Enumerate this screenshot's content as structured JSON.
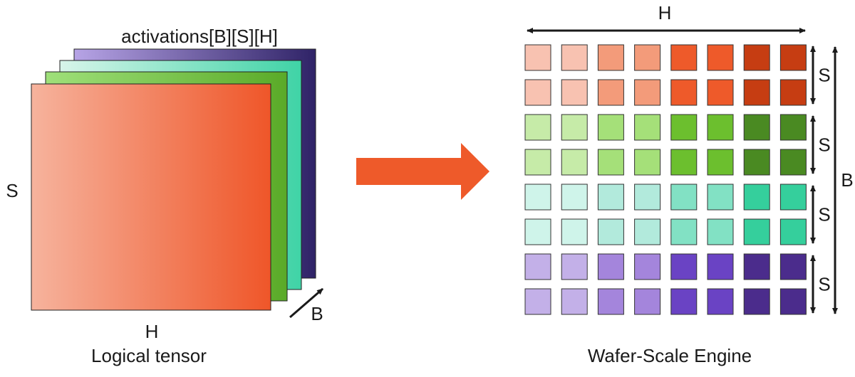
{
  "left": {
    "title": "activations[B][S][H]",
    "s_label": "S",
    "h_label": "H",
    "b_label": "B",
    "caption": "Logical tensor"
  },
  "right": {
    "h_label": "H",
    "b_label": "B",
    "group_labels": [
      "S",
      "S",
      "S",
      "S"
    ],
    "caption": "Wafer-Scale Engine"
  },
  "colors": {
    "arrow": "#ee5a2a",
    "purple_layer": [
      "#b7a4e6",
      "#2f2367"
    ],
    "teal_layer": [
      "#d8f5ea",
      "#3fd3a6"
    ],
    "green_layer": [
      "#9fe07a",
      "#5aaa28"
    ],
    "orange_layer": [
      "#f6b39d",
      "#ef5629"
    ],
    "grid_groups": [
      [
        "#f8c2b1",
        "#f39b7a",
        "#ee5a2a",
        "#c63d12"
      ],
      [
        "#c6eba8",
        "#a5e079",
        "#6cbf2e",
        "#4a8a22"
      ],
      [
        "#cff4ea",
        "#b2eadc",
        "#82e1c4",
        "#35cf9c"
      ],
      [
        "#c3b0e8",
        "#a485dc",
        "#6a43c4",
        "#4b2c8c"
      ]
    ]
  }
}
